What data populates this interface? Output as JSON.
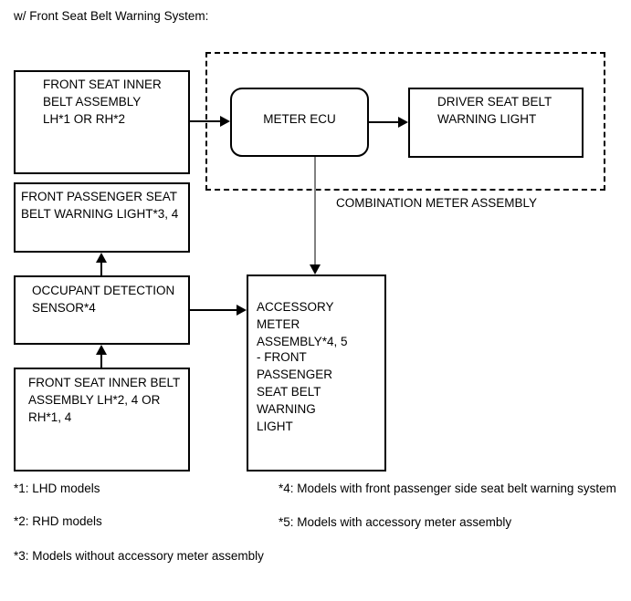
{
  "title": "w/ Front Seat Belt Warning System:",
  "diagram": {
    "boxes": {
      "front_seat_inner_belt_top": "FRONT SEAT INNER\nBELT ASSEMBLY\nLH*1 OR RH*2",
      "front_passenger_warning_light": "FRONT PASSENGER SEAT\nBELT WARNING LIGHT*3, 4",
      "occupant_detection_sensor": "OCCUPANT DETECTION\nSENSOR*4",
      "front_seat_inner_belt_bottom": "FRONT SEAT INNER BELT\nASSEMBLY LH*2, 4 OR\nRH*1, 4",
      "meter_ecu": "METER ECU",
      "driver_seat_belt_warning_light": "DRIVER SEAT BELT\nWARNING LIGHT",
      "accessory_meter_title": "ACCESSORY METER\nASSEMBLY*4, 5",
      "accessory_meter_sub": "- FRONT PASSENGER\nSEAT BELT WARNING\nLIGHT"
    },
    "region_label": "COMBINATION METER ASSEMBLY"
  },
  "footnotes": {
    "n1": "*1: LHD models",
    "n2": "*2: RHD models",
    "n3": "*3: Models without accessory meter assembly",
    "n4": "*4: Models with front passenger side seat belt warning system",
    "n5": "*5: Models with accessory meter assembly"
  },
  "colors": {
    "line": "#000000",
    "ecu_connector_line": "#808080",
    "background": "#ffffff"
  }
}
